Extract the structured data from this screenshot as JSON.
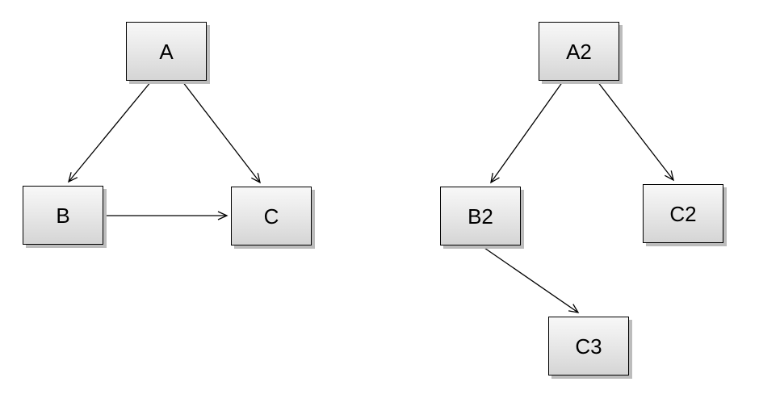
{
  "diagram": {
    "left_graph": {
      "nodes": [
        {
          "id": "A",
          "label": "A"
        },
        {
          "id": "B",
          "label": "B"
        },
        {
          "id": "C",
          "label": "C"
        }
      ],
      "edges": [
        {
          "from": "A",
          "to": "B"
        },
        {
          "from": "A",
          "to": "C"
        },
        {
          "from": "B",
          "to": "C"
        }
      ]
    },
    "right_graph": {
      "nodes": [
        {
          "id": "A2",
          "label": "A2"
        },
        {
          "id": "B2",
          "label": "B2"
        },
        {
          "id": "C2",
          "label": "C2"
        },
        {
          "id": "C3",
          "label": "C3"
        }
      ],
      "edges": [
        {
          "from": "A2",
          "to": "B2"
        },
        {
          "from": "A2",
          "to": "C2"
        },
        {
          "from": "B2",
          "to": "C3"
        }
      ]
    },
    "colors": {
      "background": "#ffffff",
      "node_fill_top": "#f8f8f8",
      "node_fill_bottom": "#d5d5d5",
      "node_border": "#000000",
      "node_shadow": "#bcbcbc",
      "edge": "#000000",
      "label": "#000000"
    }
  }
}
